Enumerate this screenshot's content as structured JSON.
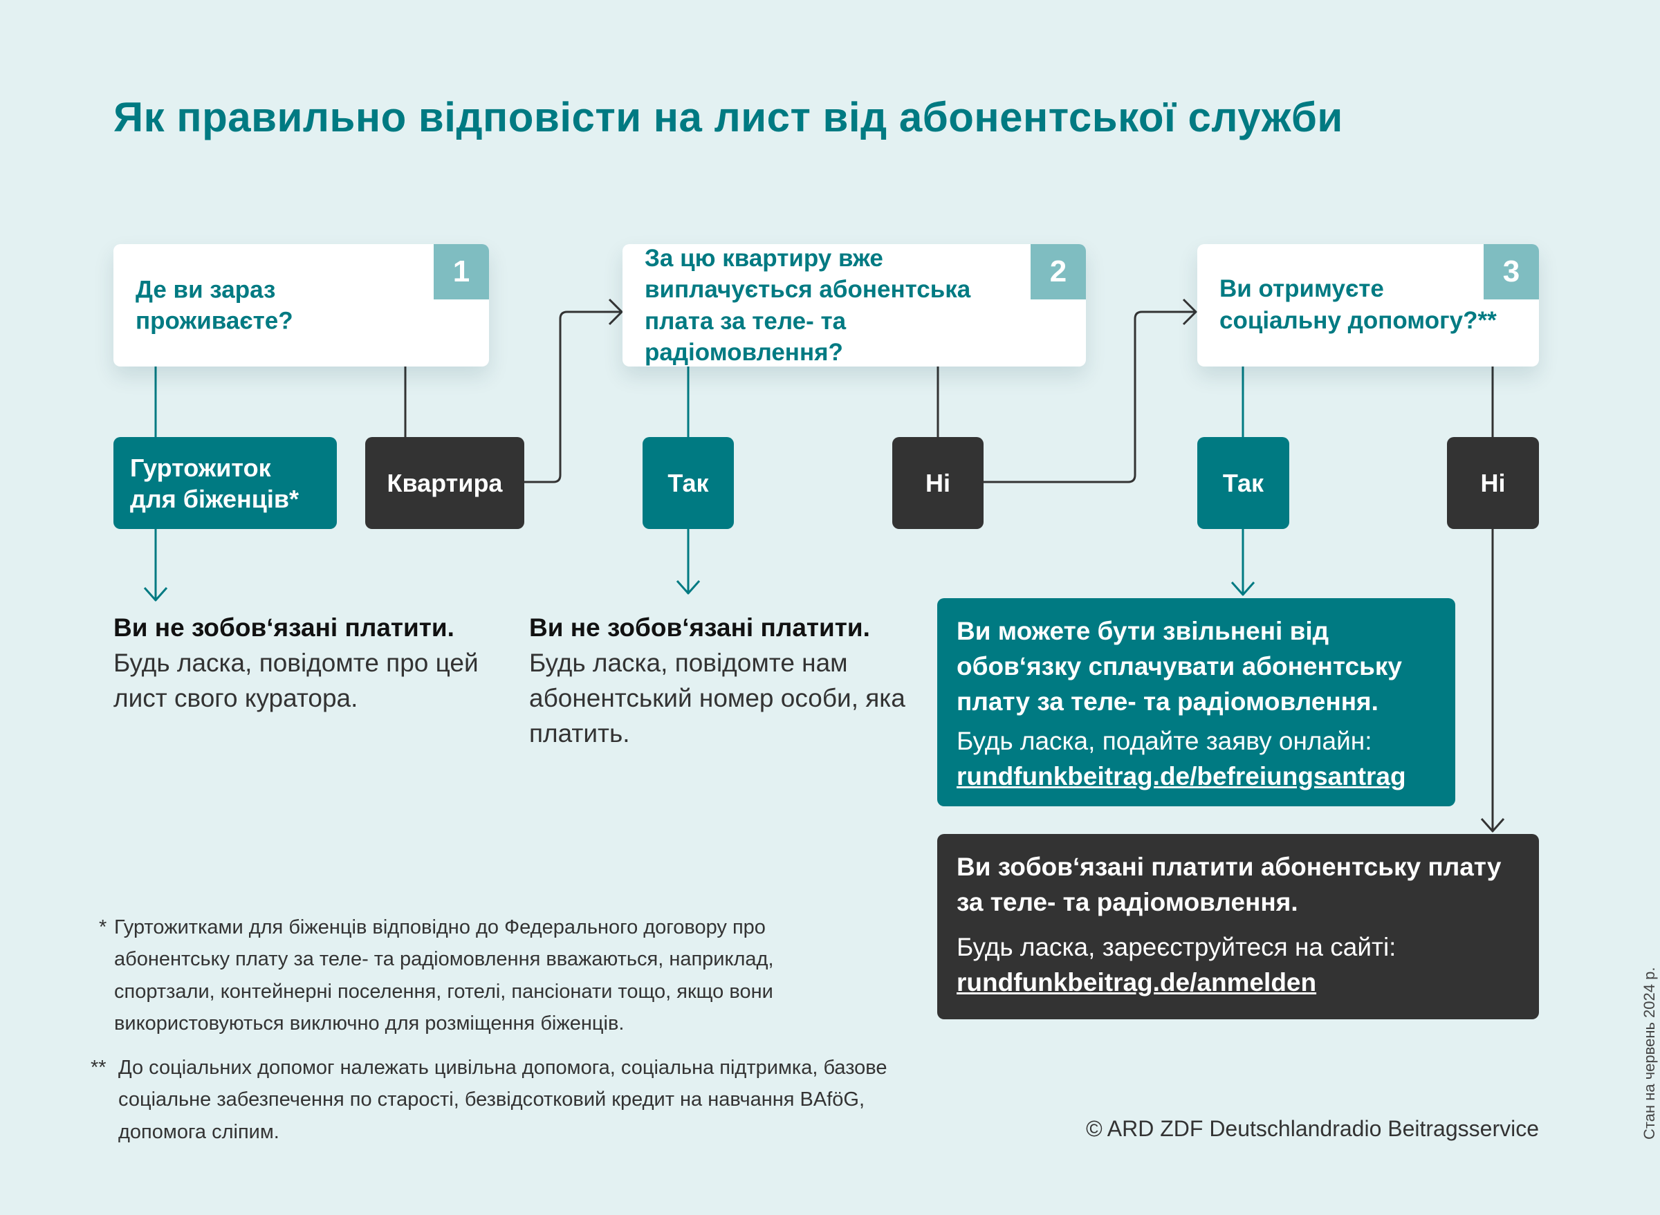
{
  "title": "Як правильно відповісти на лист від абонентської служби",
  "questions": [
    {
      "number": "1",
      "text": "Де ви зараз проживаєте?"
    },
    {
      "number": "2",
      "text": "За цю квартиру вже виплачується абонентська плата за теле- та радіомовлення?"
    },
    {
      "number": "3",
      "text": "Ви отримуєте соціальну допомогу?**"
    }
  ],
  "answers": {
    "dorm": "Гуртожиток для біженців*",
    "apartment": "Квартира",
    "yes1": "Так",
    "no1": "Ні",
    "yes2": "Так",
    "no2": "Ні"
  },
  "results": {
    "dorm_bold": "Ви не зобов‘язані платити.",
    "dorm_text": "Будь ласка, повідомте про цей лист свого куратора.",
    "paid_bold": "Ви не зобов‘язані платити.",
    "paid_text": "Будь ласка, повідомте нам абонентський номер особи, яка платить.",
    "exempt_bold": "Ви можете бути звільнені від обов‘язку сплачувати абонентську плату за теле- та радіомовлення.",
    "exempt_text": "Будь ласка, подайте заяву онлайн:",
    "exempt_link": "rundfunkbeitrag.de/befreiungsantrag",
    "pay_bold": "Ви зобов‘язані платити абонентську плату за теле- та радіомовлення.",
    "pay_text": "Будь ласка, зареєструйтеся на сайті:",
    "pay_link": "rundfunkbeitrag.de/anmelden"
  },
  "footnotes": {
    "star_mark": "*",
    "star": "Гуртожитками для біженців відповідно до Федерального договору про абонентську плату за теле- та радіомовлення вважаються, наприклад, спортзали, контейнерні поселення, готелі, пансіонати тощо, якщо вони використовуються виключно для розміщення біженців.",
    "dstar_mark": "**",
    "dstar": "До соціальних допомог належать цивільна допомога, соціальна підтримка, базове соціальне забезпечення по старості, безвідсотковий кредит на навчання BAföG, допомога сліпим."
  },
  "copyright": "© ARD ZDF Deutschlandradio Beitragsservice",
  "date_note": "Стан на червень 2024 р.",
  "colors": {
    "teal": "#007a82",
    "dark": "#333333",
    "badge": "#7fbdc1",
    "background": "#e3f1f2"
  }
}
